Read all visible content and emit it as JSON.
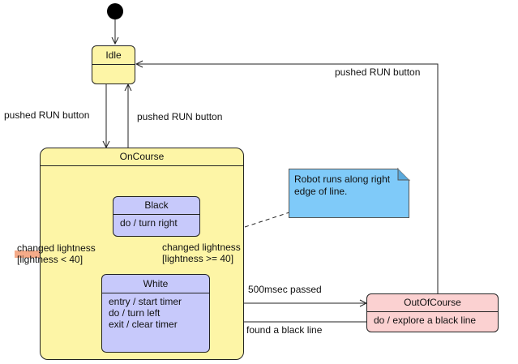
{
  "states": {
    "idle": {
      "name": "Idle"
    },
    "oncourse": {
      "name": "OnCourse"
    },
    "black": {
      "name": "Black",
      "activities": "do / turn right"
    },
    "white": {
      "name": "White",
      "activities": "entry / start timer\ndo / turn left\nexit / clear timer"
    },
    "outofcourse": {
      "name": "OutOfCourse",
      "activities": "do / explore a black line"
    }
  },
  "transitions": {
    "idle_to_oncourse": "pushed RUN button",
    "oncourse_to_idle": "pushed RUN button",
    "outofcourse_to_idle": "pushed RUN button",
    "black_to_white": "changed lightness\n[lightness < 40]",
    "white_to_black": "changed lightness\n[lightness >= 40]",
    "white_to_outofcourse": "500msec passed",
    "outofcourse_to_white": "found a black line"
  },
  "note": {
    "text": "Robot runs along right\nedge of line."
  },
  "colors": {
    "simple_state": "#fdf5a6",
    "composite_state": "#fdf5a6",
    "substate": "#c7c9fb",
    "error_state": "#fbd1d1",
    "note": "#7fcaf9",
    "pointer_arrow": "#f4a47f"
  }
}
